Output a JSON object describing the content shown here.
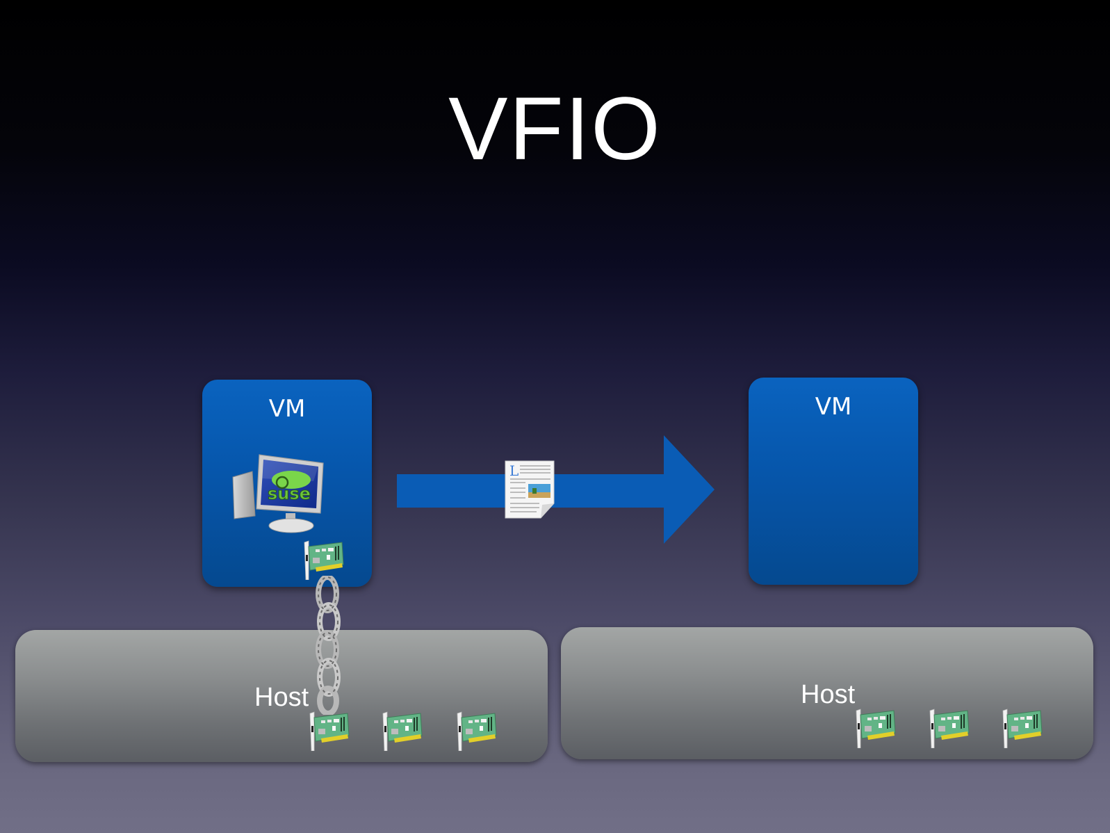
{
  "slide": {
    "title": "VFIO"
  },
  "source_vm": {
    "label": "VM",
    "contents": [
      "suse-computer-icon",
      "network-card-icon"
    ],
    "os_logo_text": "suse"
  },
  "target_vm": {
    "label": "VM",
    "contents": []
  },
  "migration_arrow": {
    "direction": "right",
    "payload": "document-icon"
  },
  "source_host": {
    "label": "Host",
    "network_cards": 3,
    "chained_card_index": 0
  },
  "target_host": {
    "label": "Host",
    "network_cards": 3
  },
  "colors": {
    "vm_blue": "#0656ab",
    "arrow_blue": "#0a5cb5",
    "host_gray": "#8b8e8f",
    "text": "#ffffff",
    "nic_green": "#5fae7c"
  }
}
